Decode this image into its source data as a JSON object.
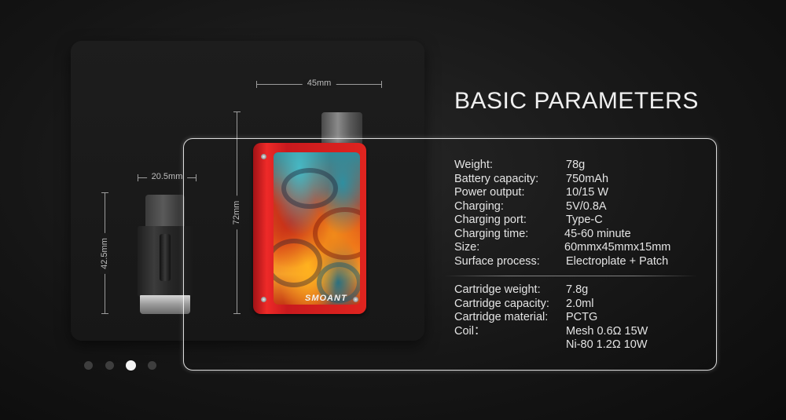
{
  "dimensions": {
    "device_width": "45mm",
    "device_height": "72mm",
    "cartridge_width": "20.5mm",
    "cartridge_height": "42.5mm"
  },
  "device": {
    "logo_text": "SMOANT",
    "body_color": "#e0241f"
  },
  "title": "BASIC PARAMETERS",
  "parameters": [
    {
      "label": "Weight:",
      "value": "78g"
    },
    {
      "label": "Battery capacity:",
      "value": "750mAh"
    },
    {
      "label": "Power output:",
      "value": "10/15 W"
    },
    {
      "label": "Charging:",
      "value": "5V/0.8A"
    },
    {
      "label": "Charging port:",
      "value": "Type-C"
    },
    {
      "label": "Charging time:",
      "value": "45-60 minute"
    },
    {
      "label": "Size:",
      "value": "60mmx45mmx15mm"
    },
    {
      "label": "Surface process:",
      "value": "Electroplate +  Patch"
    }
  ],
  "cartridge_parameters": [
    {
      "label": "Cartridge weight:",
      "value": "7.8g"
    },
    {
      "label": "Cartridge capacity:",
      "value": "2.0ml"
    },
    {
      "label": "Cartridge material:",
      "value": "PCTG"
    },
    {
      "label": "Coil：",
      "value": "Mesh  0.6Ω 15W"
    },
    {
      "label": "",
      "value": "Ni-80 1.2Ω 10W"
    }
  ],
  "pager": {
    "count": 4,
    "active_index": 2
  },
  "colors": {
    "background": "#151515",
    "card": "#1b1b1b",
    "text": "#e4e4e4",
    "frame": "#ffffff"
  }
}
